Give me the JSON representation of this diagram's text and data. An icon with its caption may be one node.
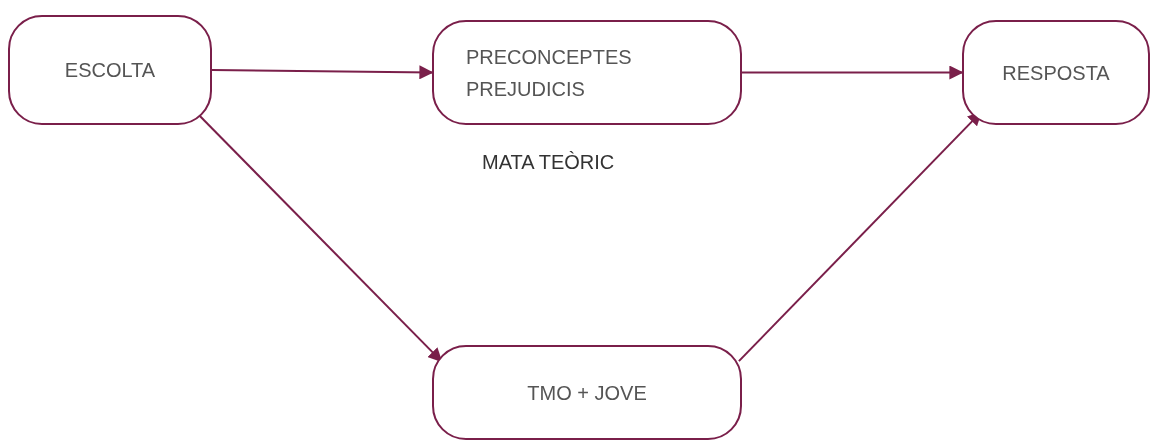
{
  "diagram": {
    "nodes": [
      {
        "text": [
          "ESCOLTA"
        ]
      },
      {
        "text": [
          "PRECONCEPTES PREJUDICIS"
        ],
        "beside": [
          "MATA TEÒRIC"
        ]
      },
      {
        "text": [
          "RESPOSTA"
        ]
      },
      {
        "text": [
          "TMO + JOVE"
        ]
      }
    ],
    "edges": [
      {
        "from": 0,
        "to": 1,
        "arrow": "to"
      },
      {
        "from": 1,
        "to": 2,
        "arrow": "to"
      },
      {
        "from": 0,
        "to": 3,
        "arrow": "to"
      },
      {
        "from": 3,
        "to": 2,
        "arrow": "to"
      }
    ]
  }
}
